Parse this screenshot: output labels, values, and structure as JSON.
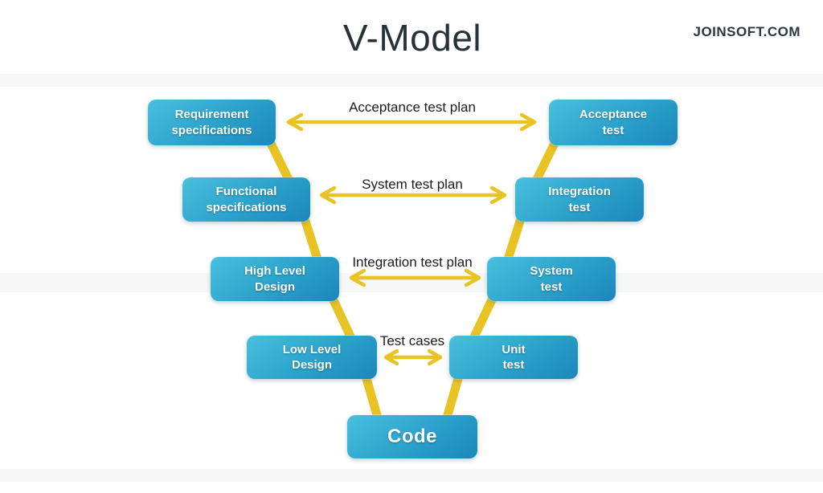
{
  "header": {
    "title": "V-Model",
    "brand": "JOINSOFT.COM"
  },
  "rows": [
    {
      "left": "Requirement\nspecifications",
      "right": "Acceptance\ntest",
      "connector": "Acceptance test plan"
    },
    {
      "left": "Functional\nspecifications",
      "right": "Integration\ntest",
      "connector": "System test plan"
    },
    {
      "left": "High Level\nDesign",
      "right": "System\ntest",
      "connector": "Integration test plan"
    },
    {
      "left": "Low Level\nDesign",
      "right": "Unit\ntest",
      "connector": "Test cases"
    }
  ],
  "bottom": {
    "label": "Code"
  },
  "colors": {
    "accent_yellow": "#e9c224",
    "node_gradient_start": "#49c0de",
    "node_gradient_end": "#1b87ba",
    "title_text": "#263238",
    "connector_text": "#1b1b1b"
  }
}
